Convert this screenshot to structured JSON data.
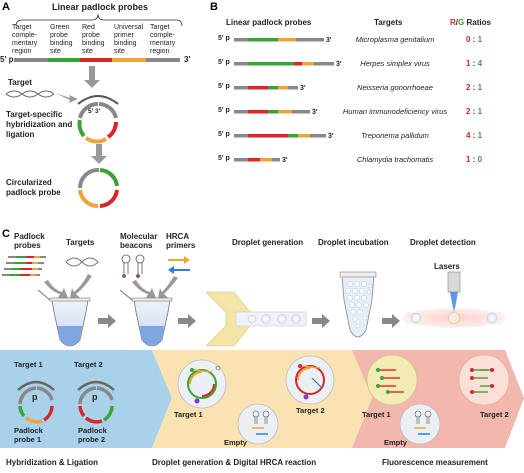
{
  "panelA": {
    "letter": "A",
    "title": "Linear padlock probes",
    "segments": [
      {
        "label": "Target comple-mentary region"
      },
      {
        "label": "Green probe binding site"
      },
      {
        "label": "Red probe binding site"
      },
      {
        "label": "Universal primer binding site"
      },
      {
        "label": "Target comple-mentary region"
      }
    ],
    "end5": "5' p",
    "end3": "3'",
    "target_label": "Target",
    "hyb_label": "Target-specific hybridization and ligation",
    "hyb_ends": "5' 3'",
    "circ_label": "Circularized padlock probe",
    "colors": {
      "green": "#3aa335",
      "red": "#d8262a",
      "orange": "#f0a336",
      "grey": "#888888"
    }
  },
  "panelB": {
    "letter": "B",
    "header_probes": "Linear padlock probes",
    "header_targets": "Targets",
    "header_ratio_r": "R",
    "header_ratio_slash": "/",
    "header_ratio_g": "G",
    "header_ratio_rest": " Ratios",
    "end5": "5' p",
    "end3": "3'",
    "rows": [
      {
        "target": "Microplasma genitalium",
        "r": "0",
        "g": "1"
      },
      {
        "target": "Herpes simplex virus",
        "r": "1",
        "g": "4"
      },
      {
        "target": "Neisseria gonorrhoeae",
        "r": "2",
        "g": "1"
      },
      {
        "target": "Human immunodeficiency virus",
        "r": "2",
        "g": "1"
      },
      {
        "target": "Treponema pallidum",
        "r": "4",
        "g": "1"
      },
      {
        "target": "Chlamydia trachomatis",
        "r": "1",
        "g": "0"
      }
    ],
    "sep": ":"
  },
  "panelC": {
    "letter": "C",
    "stages": {
      "padlock": "Padlock probes",
      "targets": "Targets",
      "beacons": "Molecular beacons",
      "primers": "HRCA primers",
      "gen": "Droplet generation",
      "incub": "Droplet incubation",
      "detect": "Droplet detection",
      "lasers": "Lasers"
    },
    "bottom": {
      "target1": "Target 1",
      "target2": "Target 2",
      "p": "p",
      "probe1": "Padlock probe 1",
      "probe2": "Padlock probe 2",
      "mid_target1": "Target 1",
      "mid_target2": "Target 2",
      "mid_empty": "Empty",
      "right_target1": "Target 1",
      "right_target2": "Target 2",
      "right_empty": "Empty",
      "cap1": "Hybridization & Ligation",
      "cap2": "Droplet generation & Digital HRCA reaction",
      "cap3": "Fluorescence measurement"
    }
  }
}
